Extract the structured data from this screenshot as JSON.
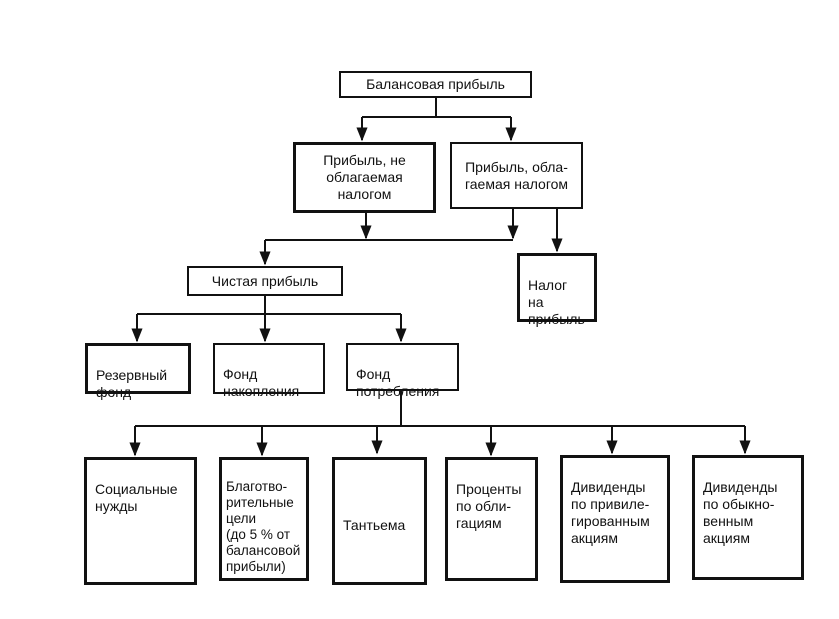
{
  "nodes": {
    "balance_profit": "Балансовая прибыль",
    "untaxed_profit": "Прибыль, не\nоблагаемая\nналогом",
    "taxed_profit": "Прибыль, обла-\nгаемая налогом",
    "net_profit": "Чистая прибыль",
    "profit_tax": "Налог на\nприбыль",
    "reserve_fund": "Резервный\nфонд",
    "accumulation_fund": "Фонд\nнакопления",
    "consumption_fund": "Фонд\nпотребления",
    "social_needs": "Социальные\nнужды",
    "charity": "Благотво-\nрительные\nцели\n(до 5 % от\nбалансовой\nприбыли)",
    "tantieme": "Тантьема",
    "bond_interest": "Проценты\nпо обли-\nгациям",
    "preferred_dividends": "Дивиденды\nпо привиле-\nгированным\nакциям",
    "common_dividends": "Дивиденды\nпо обыкно-\nвенным\nакциям"
  },
  "colors": {
    "line": "#111111",
    "box_border": "#111111",
    "background": "#ffffff"
  }
}
